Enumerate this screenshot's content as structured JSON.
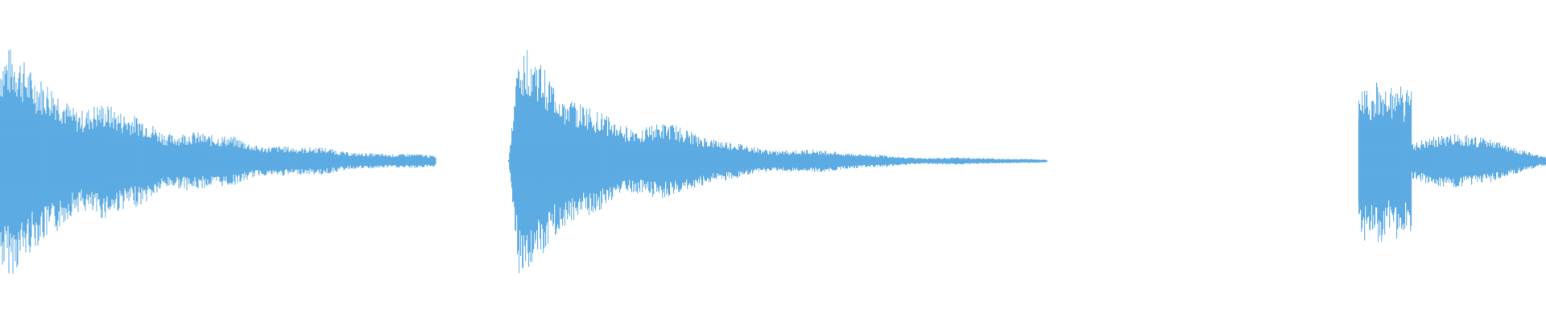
{
  "waveform": {
    "color": "#5dabe3",
    "background": "#ffffff",
    "clips": [
      {
        "name": "clip-1",
        "start": 0.0,
        "end": 0.282,
        "peak": 1.0,
        "decay": 0.62
      },
      {
        "name": "clip-2",
        "start": 0.329,
        "end": 0.677,
        "peak": 1.0,
        "decay": 0.55
      },
      {
        "name": "clip-3",
        "start": 0.879,
        "end": 1.0,
        "peak": 0.86,
        "decay": 0.45
      }
    ]
  }
}
